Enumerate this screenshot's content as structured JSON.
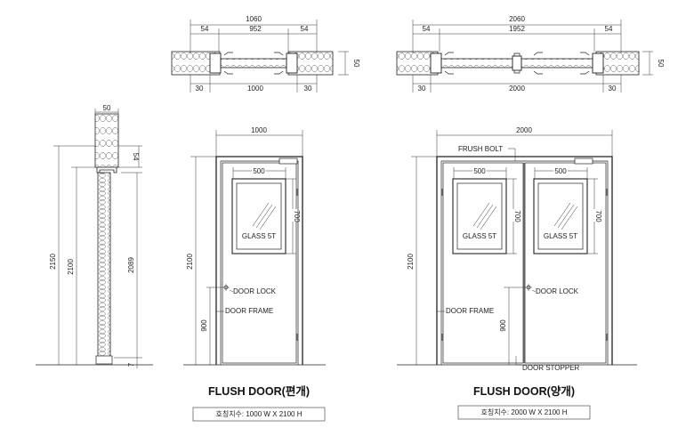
{
  "dimensions": {
    "single_plan_total": "1060",
    "single_plan_left": "54",
    "single_plan_mid": "952",
    "single_plan_right": "54",
    "single_plan_thick": "50",
    "single_plan_bot_left": "30",
    "single_plan_bot_mid": "1000",
    "single_plan_bot_right": "30",
    "double_plan_total": "2060",
    "double_plan_left": "54",
    "double_plan_mid": "1952",
    "double_plan_right": "54",
    "double_plan_thick": "50",
    "double_plan_bot_left": "30",
    "double_plan_bot_mid": "2000",
    "double_plan_bot_right": "30",
    "section_top": "50",
    "section_head": "54",
    "section_2150": "2150",
    "section_2100": "2100",
    "section_2089": "2089",
    "section_7": "7",
    "single_width": "1000",
    "single_window_w": "500",
    "single_window_h": "700",
    "single_height": "2100",
    "single_lock_h": "900",
    "double_width": "2000",
    "double_window_w_left": "500",
    "double_window_w_right": "500",
    "double_window_h_left": "700",
    "double_window_h_right": "700",
    "double_height": "2100",
    "double_lock_h": "900"
  },
  "labels": {
    "glass_single": "GLASS 5T",
    "glass_double_left": "GLASS 5T",
    "glass_double_right": "GLASS 5T",
    "door_lock_single": "DOOR LOCK",
    "door_frame_single": "DOOR FRAME",
    "frush_bolt": "FRUSH BOLT",
    "door_lock_double": "DOOR LOCK",
    "door_frame_double": "DOOR FRAME",
    "door_stopper": "DOOR STOPPER"
  },
  "titles": {
    "single_title": "FLUSH DOOR(편개)",
    "single_caption": "호칭치수: 1000 W X 2100 H",
    "double_title": "FLUSH DOOR(양개)",
    "double_caption": "호칭치수: 2000 W X 2100 H"
  }
}
